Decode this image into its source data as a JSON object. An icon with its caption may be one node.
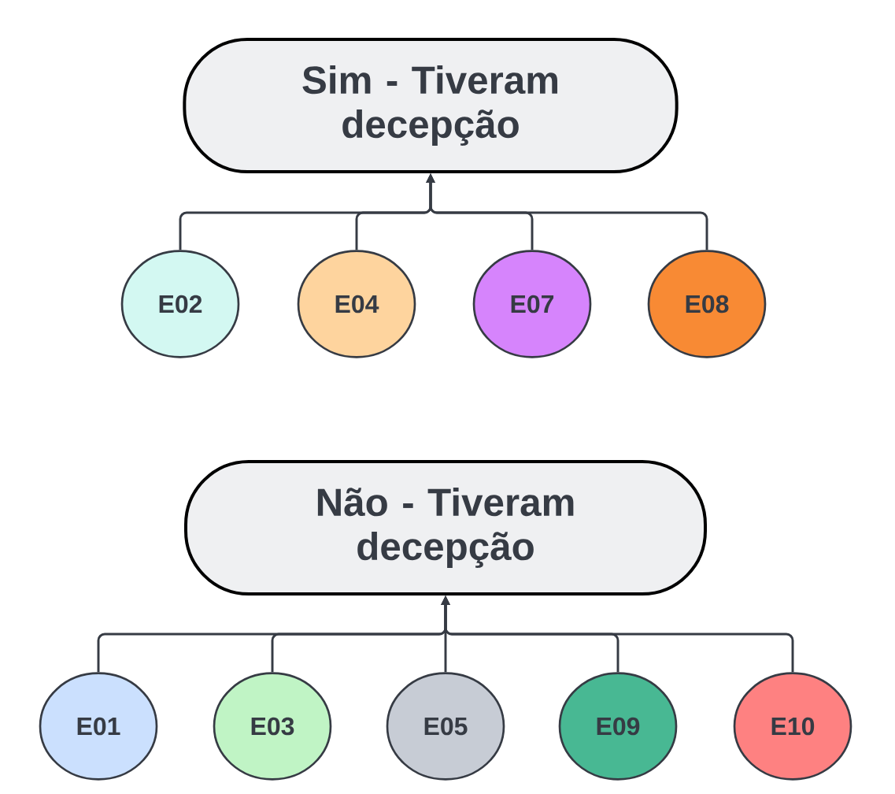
{
  "diagram": {
    "nodes": [
      {
        "text": [
          "Sim - Tiveram decepção"
        ]
      },
      {
        "text": [
          "E02"
        ]
      },
      {
        "text": [
          "E04"
        ]
      },
      {
        "text": [
          "E07"
        ]
      },
      {
        "text": [
          "E08"
        ]
      },
      {
        "text": [
          "Não - Tiveram decepção"
        ]
      },
      {
        "text": [
          "E01"
        ]
      },
      {
        "text": [
          "E03"
        ]
      },
      {
        "text": [
          "E05"
        ]
      },
      {
        "text": [
          "E09"
        ]
      },
      {
        "text": [
          "E10"
        ]
      }
    ],
    "edges": [
      {
        "from": 1,
        "to": 0,
        "arrow": "to"
      },
      {
        "from": 2,
        "to": 0,
        "arrow": "to"
      },
      {
        "from": 3,
        "to": 0,
        "arrow": "to"
      },
      {
        "from": 4,
        "to": 0,
        "arrow": "to"
      },
      {
        "from": 6,
        "to": 5,
        "arrow": "to"
      },
      {
        "from": 7,
        "to": 5,
        "arrow": "to"
      },
      {
        "from": 8,
        "to": 5,
        "arrow": "to"
      },
      {
        "from": 9,
        "to": 5,
        "arrow": "to"
      },
      {
        "from": 10,
        "to": 5,
        "arrow": "to"
      }
    ]
  }
}
